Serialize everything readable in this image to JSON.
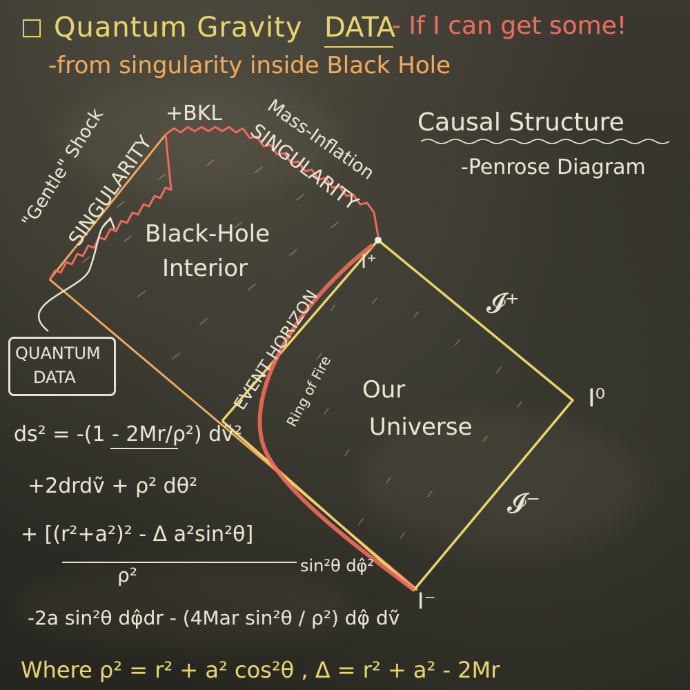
{
  "title": {
    "bullet": "□",
    "quantum_gravity": "Quantum Gravity",
    "data_word": "DATA",
    "if_get": "- If I can get some!",
    "from_line": "-from singularity inside Black Hole"
  },
  "causal": {
    "heading": "Causal Structure",
    "subheading": "-Penrose Diagram"
  },
  "singularity_labels": {
    "gentle": "\"Gentle\" Shock",
    "singularity_left": "SINGULARITY",
    "bkl": "+BKL",
    "mass_inflation": "Mass-Inflation",
    "singularity_right": "SINGULARITY"
  },
  "regions": {
    "bh_line1": "Black-Hole",
    "bh_line2": "Interior",
    "event_horizon": "EVENT HORIZON",
    "ring_of_fire": "Ring of Fire",
    "our": "Our",
    "universe": "Universe"
  },
  "points": {
    "i_plus": "I⁺",
    "scri_plus": "𝓘⁺",
    "i_zero": "I⁰",
    "scri_minus": "𝓘⁻",
    "i_minus": "I⁻"
  },
  "quantum_data": {
    "line1": "QUANTUM",
    "line2": "DATA"
  },
  "metric": {
    "line1": "ds² = -(1 - 2Mr/ρ²) dṽ²",
    "line2": "+2drdṽ + ρ² dθ²",
    "line3_num": "+  [(r²+a²)² - Δ a²sin²θ]",
    "line3_den": "ρ²",
    "line3_tail": "sin²θ dφ̂²",
    "line4": "-2a sin²θ dφ̂dr - (4Mar sin²θ / ρ²) dφ̂ dṽ",
    "where": "Where ρ² = r² + a² cos²θ ,  Δ = r² + a² - 2Mr"
  },
  "colors": {
    "chalk_white": "#e9e4d2",
    "chalk_yellow": "#ead46a",
    "chalk_orange": "#f0a85a",
    "chalk_red": "#ef6a5a",
    "board": "#2f2e28"
  }
}
